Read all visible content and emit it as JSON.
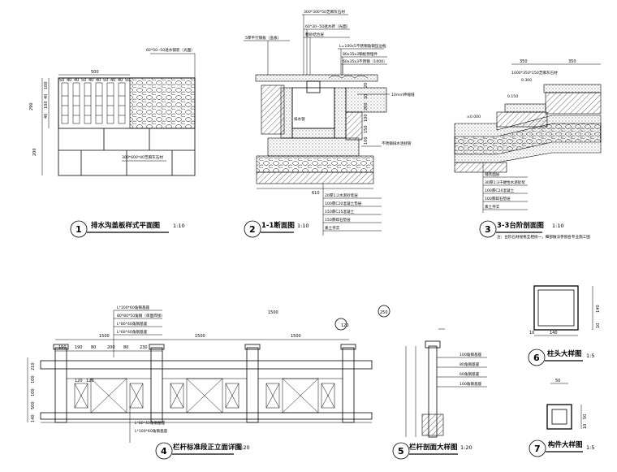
{
  "drawings": [
    {
      "id": "d1",
      "number": "1",
      "title": "排水沟盖板样式平面图",
      "scale": "1:10",
      "labels": [
        "60*50--50透水铺装（光面）",
        "300*600*40芝麻灰石材",
        "500"
      ],
      "dims": [
        "50",
        "40",
        "40",
        "50",
        "40",
        "40",
        "50",
        "40",
        "40",
        "50",
        "200",
        "290",
        "40",
        "100",
        "40",
        "100"
      ]
    },
    {
      "id": "d2",
      "number": "2",
      "title": "1-1断面图",
      "scale": "1:10",
      "labels": [
        "300*300*50芝麻灰石材",
        "60*30--50透水砖（光面）",
        "粗砂结合层",
        "5厚平行钢板（盖板）",
        "L=100x5不锈钢角钢压边框",
        "80x35x3钢板预埋件",
        "60x35x3不锈钢（1000）",
        "10mm伸缩缝",
        "排水管",
        "不锈钢排水连接管",
        "20厚1:2水泥砂浆层",
        "100厚C20混凝土垫层",
        "150厚C15混凝土",
        "150厚碎石垫层",
        "素土夯实",
        "610"
      ],
      "dims": [
        "20",
        "10",
        "200",
        "100",
        "150",
        "100"
      ]
    },
    {
      "id": "d3",
      "number": "3",
      "title": "3-3台阶剖面图",
      "scale": "1:10",
      "note": "注：台阶石材规格互相统一，细部做法参照各专业施工图",
      "labels": [
        "350",
        "350",
        "1000*350*150芝麻灰石材",
        "0.300",
        "±0.000",
        "0.150",
        "铺装面层",
        "30厚1:3干硬性水泥砂浆",
        "100厚C20混凝土",
        "100厚碎石垫层",
        "素土夯实"
      ]
    },
    {
      "id": "d4",
      "number": "4",
      "title": "栏杆标准段正立面详图",
      "scale": "1:20",
      "labels": [
        "L*100*60角钢基座",
        "80*80*50角钢（单面焊接）",
        "L*80*40角钢基座",
        "L*60*40角钢基座",
        "L*80*40角钢基座",
        "L*100*60角钢基座",
        "1500",
        "1500",
        "1500",
        "150",
        "190",
        "80",
        "200",
        "80",
        "230",
        "120",
        "120",
        "140",
        "500",
        "100",
        "100",
        "210",
        "1500",
        "120",
        "250"
      ]
    },
    {
      "id": "d5",
      "number": "5",
      "title": "栏杆剖面大样图",
      "scale": "1:20",
      "labels": [
        "100角钢基座",
        "80角钢基座",
        "60角钢基座",
        "100角钢基座"
      ]
    },
    {
      "id": "d6",
      "number": "6",
      "title": "柱头大样图",
      "scale": "1:5",
      "dims": [
        "140",
        "10",
        "140",
        "10"
      ]
    },
    {
      "id": "d7",
      "number": "7",
      "title": "构件大样图",
      "scale": "1:5",
      "dims": [
        "50",
        "50",
        "10"
      ]
    }
  ]
}
